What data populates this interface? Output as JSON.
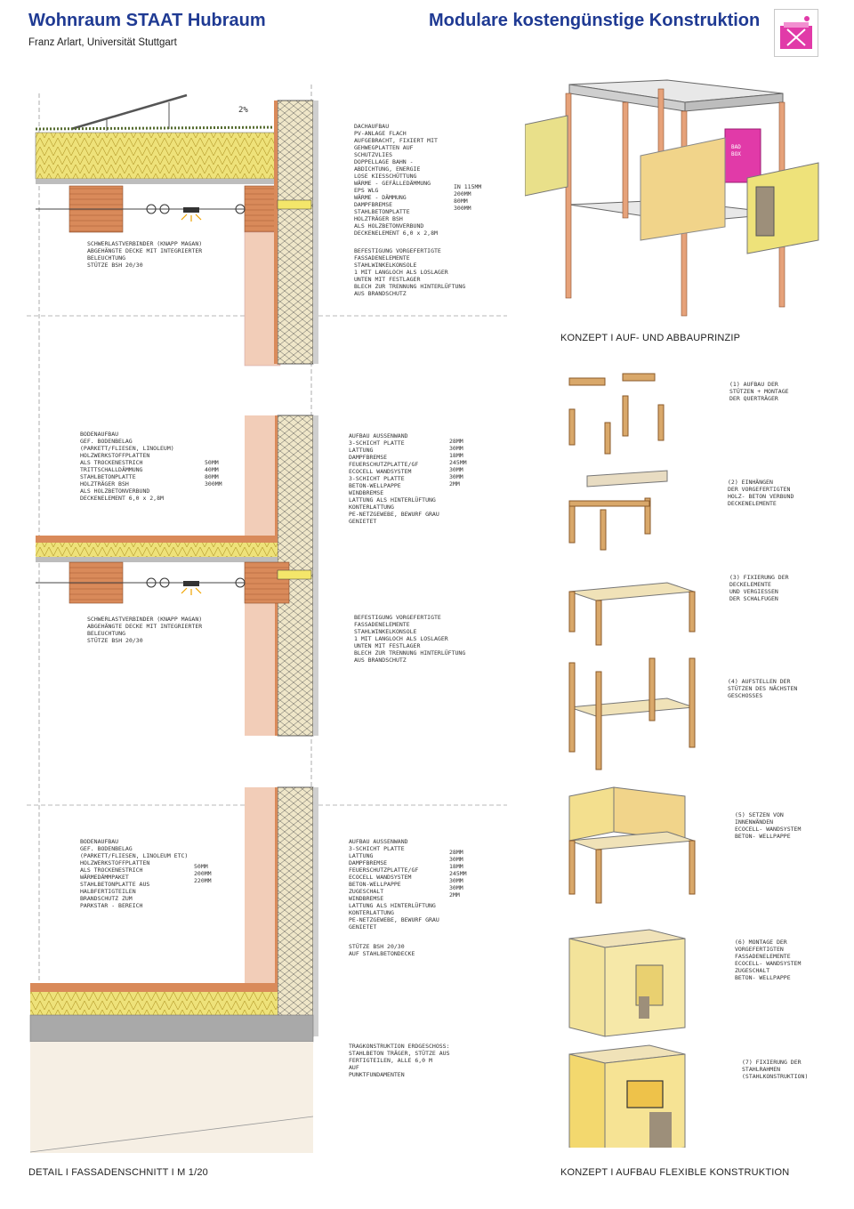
{
  "header": {
    "title_left": "Wohnraum STAAT Hubraum",
    "subtitle": "Franz Arlart, Universität Stuttgart",
    "title_right": "Modulare kostengünstige Konstruktion"
  },
  "captions": {
    "concept_top": "KONZEPT I AUF- UND ABBAUPRINZIP",
    "footer_left": "DETAIL I FASSADENSCHNITT I M 1/20",
    "footer_right": "KONZEPT I AUFBAU FLEXIBLE KONSTRUKTION"
  },
  "section1": {
    "roof_slope": "2%",
    "layers": [
      "DACHAUFBAU",
      "PV-ANLAGE FLACH",
      "AUFGEBRACHT, FIXIERT MIT",
      "GEHWEGPLATTEN AUF",
      "SCHUTZVLIES",
      "DOPPELLAGE BAHN -",
      "ABDICHTUNG, ENERGIE",
      "LOSE KIESSCHÜTTUNG",
      "WÄRME - GEFÄLLEDÄMMUNG",
      "EPS WLG",
      "WÄRME - DÄMMUNG",
      "DAMPFBREMSE",
      "STAHLBETONPLATTE",
      "HOLZTRÄGER BSH",
      "ALS HOLZBETONVERBUND",
      "DECKENELEMENT 6,0 x 2,8M"
    ],
    "dims": [
      "IN 115MM",
      "200MM",
      "80MM",
      "300MM"
    ],
    "notes_left": [
      "SCHWERLASTVERBINDER (KNAPP MAGAN)",
      "ABGEHÄNGTE DECKE MIT INTEGRIERTER BELEUCHTUNG",
      "STÜTZE BSH 20/30"
    ],
    "notes_right": [
      "BEFESTIGUNG VORGEFERTIGTE FASSADENELEMENTE",
      "STAHLWINKELKONSOLE",
      "1 MIT LANGLOCH ALS LOSLAGER",
      "UNTEN MIT FESTLAGER",
      "BLECH ZUR TRENNUNG HINTERLÜFTUNG AUS BRANDSCHUTZ"
    ]
  },
  "section2": {
    "floor_layers": [
      "BODENAUFBAU",
      "GEF. BODENBELAG",
      "(PARKETT/FLIESEN, LINOLEUM)",
      "HOLZWERKSTOFFPLATTEN",
      "ALS TROCKENESTRICH",
      "TRITTSCHALLDÄMMUNG",
      "STAHLBETONPLATTE",
      "HOLZTRÄGER BSH",
      "ALS HOLZBETONVERBUND",
      "DECKENELEMENT 6,0 x 2,8M"
    ],
    "floor_dims": [
      "50MM",
      "40MM",
      "80MM",
      "300MM"
    ],
    "wall_layers": [
      "AUFBAU AUSSENWAND",
      "3-SCHICHT PLATTE",
      "LATTUNG",
      "DAMPFBREMSE",
      "FEUERSCHUTZPLATTE/GF",
      "ECOCELL WANDSYSTEM",
      "3-SCHICHT PLATTE",
      "BETON-WELLPAPPE",
      "WINDBREMSE",
      "LATTUNG ALS HINTERLÜFTUNG",
      "KONTERLATTUNG",
      "PE-NETZGEWEBE, BEWURF GRAU",
      "GENIETET"
    ],
    "wall_dims": [
      "28MM",
      "30MM",
      "18MM",
      "245MM",
      "30MM",
      "30MM",
      "2MM"
    ],
    "notes_left": [
      "SCHWERLASTVERBINDER (KNAPP MAGAN)",
      "ABGEHÄNGTE DECKE MIT INTEGRIERTER BELEUCHTUNG",
      "STÜTZE BSH 20/30"
    ],
    "notes_right": [
      "BEFESTIGUNG VORGEFERTIGTE FASSADENELEMENTE",
      "STAHLWINKELKONSOLE",
      "1 MIT LANGLOCH ALS LOSLAGER",
      "UNTEN MIT FESTLAGER",
      "BLECH ZUR TRENNUNG HINTERLÜFTUNG AUS BRANDSCHUTZ"
    ]
  },
  "section3": {
    "floor_layers": [
      "BODENAUFBAU",
      "GEF. BODENBELAG",
      "(PARKETT/FLIESEN, LINOLEUM ETC)",
      "HOLZWERKSTOFFPLATTEN",
      "ALS TROCKENESTRICH",
      "WÄRMEDÄMMPAKET",
      "STAHLBETONPLATTE AUS",
      "HALBFERTIGTEILEN",
      "BRANDSCHUTZ ZUM",
      "PARKSTAR - BEREICH"
    ],
    "floor_dims": [
      "50MM",
      "200MM",
      "220MM"
    ],
    "wall_layers": [
      "AUFBAU AUSSENWAND",
      "3-SCHICHT PLATTE",
      "LATTUNG",
      "DAMPFBREMSE",
      "FEUERSCHUTZPLATTE/GF",
      "ECOCELL WANDSYSTEM",
      "BETON-WELLPAPPE",
      "ZUGESCHALT",
      "WINDBREMSE",
      "LATTUNG ALS HINTERLÜFTUNG",
      "KONTERLATTUNG",
      "PE-NETZGEWEBE, BEWURF GRAU",
      "GENIETET"
    ],
    "wall_dims": [
      "28MM",
      "30MM",
      "18MM",
      "245MM",
      "30MM",
      "30MM",
      "2MM"
    ],
    "column_note": [
      "STÜTZE BSH 20/30",
      "AUF STAHLBETONDECKE"
    ],
    "ground_note": [
      "TRAGKONSTRUKTION ERDGESCHOSS:",
      "STAHLBETON TRÄGER, STÜTZE AUS",
      "FERTIGTEILEN, ALLE 6,0 M",
      "AUF",
      "PUNKTFUNDAMENTEN"
    ]
  },
  "steps": [
    "(1) AUFBAU DER\nSTÜTZEN + MONTAGE\nDER QUERTRÄGER",
    "(2) EINHÄNGEN\nDER VORGEFERTIGTEN\nHOLZ- BETON VERBUND\nDECKENELEMENTE",
    "(3) FIXIERUNG DER\nDECKELEMENTE\nUND VERGIESSEN\nDER SCHALFUGEN",
    "(4) AUFSTELLEN DER\nSTÜTZEN DES NÄCHSTEN\nGESCHOSSES",
    "(5) SETZEN VON\nINNENWÄNDEN\nECOCELL- WANDSYSTEM\nBETON- WELLPAPPE",
    "(6) MONTAGE DER\nVORGEFERTIGTEN\nFASSADENELEMENTE\nECOCELL- WANDSYSTEM\nZUGESCHALT\nBETON- WELLPAPPE",
    "(7) FIXIERUNG DER\nSTAHLRAHMEN\n(STAHLKONSTRUKTION)"
  ],
  "module_label": "BAD\nBOX",
  "colors": {
    "title_blue": "#1f3a93",
    "insulation_yellow": "#eee27a",
    "timber_orange": "#d98a5a",
    "wall_pink": "#f2cdb8",
    "magenta": "#e13aa8",
    "wood": "#d9a86a",
    "concrete": "#a9a9a9"
  }
}
